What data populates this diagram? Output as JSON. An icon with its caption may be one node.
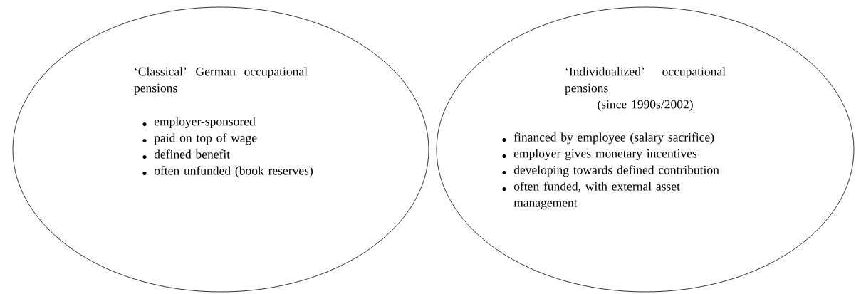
{
  "diagram": {
    "nodes": [
      {
        "text": [
          "‘Classical’ German occupational pensions",
          "employer-sponsored",
          "paid on top of wage",
          "defined benefit",
          "often unfunded (book reserves)"
        ]
      },
      {
        "text": [
          "‘Individualized’ occupational pensions",
          "(since 1990s/2002)",
          "financed by employee (salary sacrifice)",
          "employer gives monetary incentives",
          "developing towards defined contribution",
          "often funded, with external asset management"
        ]
      }
    ]
  }
}
